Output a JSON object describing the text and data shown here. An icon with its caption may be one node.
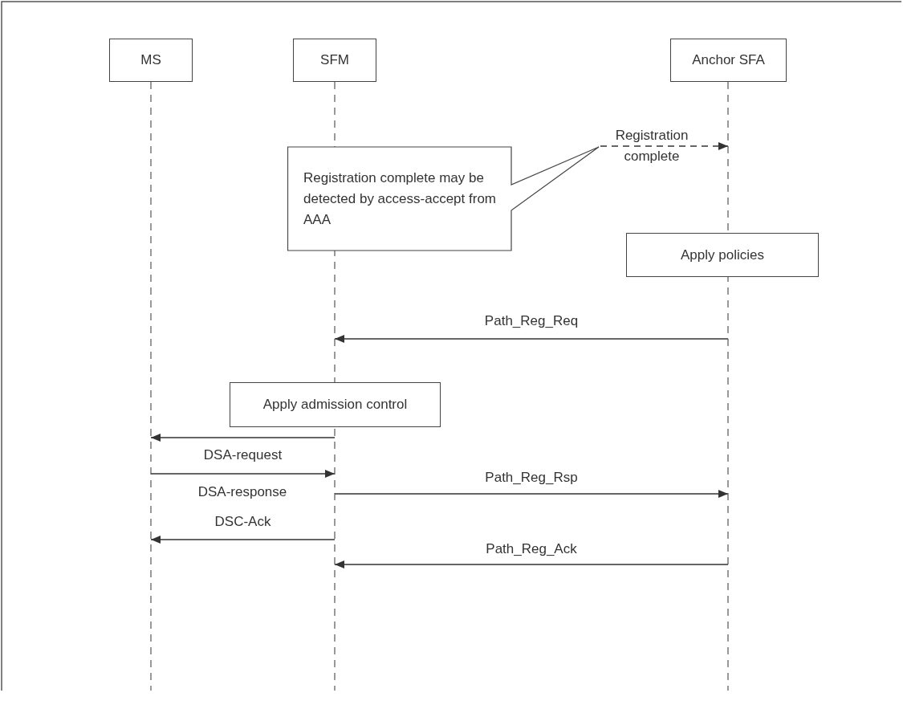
{
  "diagram": {
    "nodes": [
      {
        "text": [
          "MS"
        ]
      },
      {
        "text": [
          "SFM"
        ]
      },
      {
        "text": [
          "Anchor SFA"
        ]
      },
      {
        "text": [
          "Registration complete may be detected by access-accept from AAA"
        ]
      },
      {
        "text": [
          "Apply policies"
        ]
      },
      {
        "text": [
          "Apply admission control"
        ]
      }
    ],
    "edges": [
      {
        "from": 3,
        "to": 2,
        "arrow": "to",
        "label": "Registration complete",
        "style": "dashed"
      },
      {
        "from": 2,
        "to": 1,
        "arrow": "to",
        "label": "Path_Reg_Req"
      },
      {
        "from": 1,
        "to": 0,
        "arrow": "to"
      },
      {
        "from": 0,
        "to": 1,
        "arrow": "to",
        "label": "DSA-request"
      },
      {
        "from": 1,
        "to": 2,
        "arrow": "to",
        "label": "Path_Reg_Rsp"
      },
      {
        "from": 1,
        "to": 0,
        "arrow": "to",
        "label": "DSC-Ack"
      },
      {
        "from": 2,
        "to": 1,
        "arrow": "to",
        "label": "Path_Reg_Ack"
      }
    ],
    "labels": [
      "DSA-response"
    ]
  }
}
